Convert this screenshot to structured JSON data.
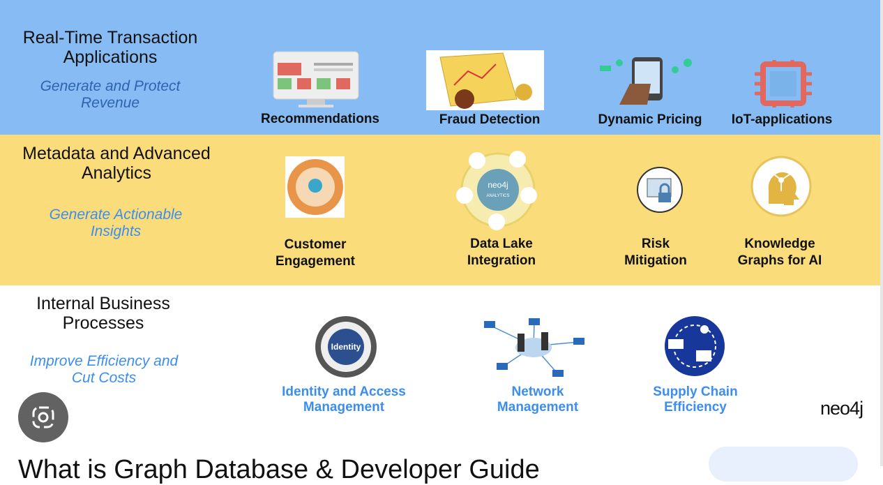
{
  "rows": [
    {
      "title": "Real-Time Transaction Applications",
      "subtitle": "Generate and Protect Revenue",
      "items": [
        "Recommendations",
        "Fraud Detection",
        "Dynamic Pricing",
        "IoT-applications"
      ]
    },
    {
      "title": "Metadata and Advanced Analytics",
      "subtitle": "Generate Actionable Insights",
      "items": [
        "Customer Engagement",
        "Data Lake Integration",
        "Risk Mitigation",
        "Knowledge Graphs for AI"
      ]
    },
    {
      "title": "Internal Business Processes",
      "subtitle": "Improve Efficiency and Cut Costs",
      "items": [
        "Identity and Access Management",
        "Network Management",
        "Supply Chain Efficiency"
      ]
    }
  ],
  "icon_text": {
    "identity": "Identity",
    "neo4j_analytics": "neo4j",
    "analytics": "ANALYTICS"
  },
  "logo": "neo4j",
  "page_heading": "What is Graph Database & Developer Guide",
  "colors": {
    "blue_band": "#87bbf3",
    "yellow_band": "#fadc7a",
    "accent": "#3b8ef0"
  }
}
